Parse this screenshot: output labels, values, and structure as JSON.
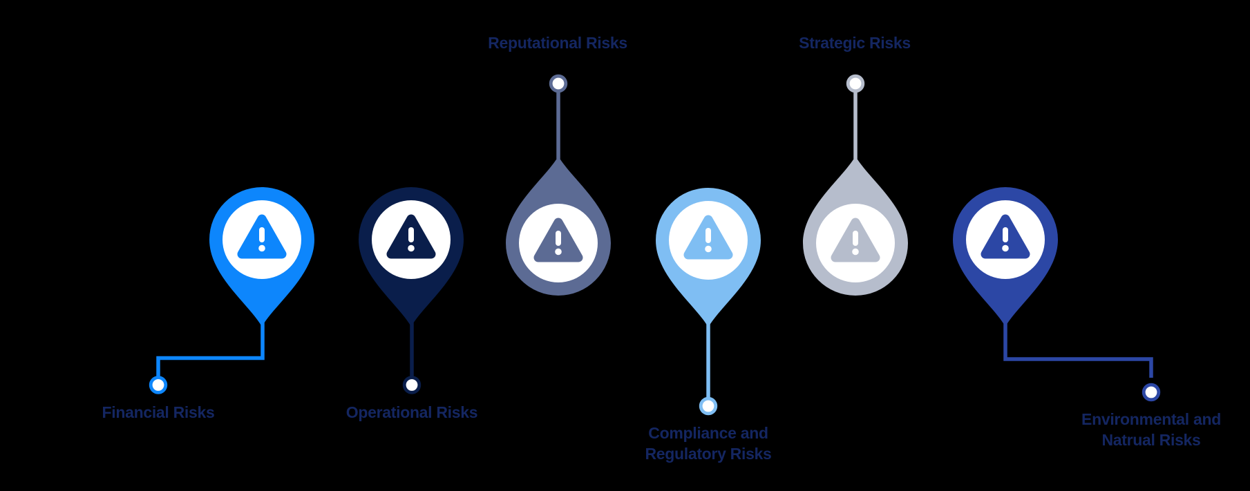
{
  "theme": {
    "background": "#000000",
    "text_color": "#142661",
    "marker_inner_color": "#ffffff"
  },
  "pins": [
    {
      "id": "financial",
      "lines": [
        "Financial Risks"
      ],
      "color": "#0d86fc",
      "direction": "down",
      "icon": "warning-triangle"
    },
    {
      "id": "operational",
      "lines": [
        "Operational Risks"
      ],
      "color": "#0a1e4b",
      "direction": "down",
      "icon": "warning-triangle"
    },
    {
      "id": "reputational",
      "lines": [
        "Reputational Risks"
      ],
      "color": "#5c6b94",
      "direction": "up",
      "icon": "warning-triangle"
    },
    {
      "id": "compliance",
      "lines": [
        "Compliance and",
        "Regulatory Risks"
      ],
      "color": "#7fbef3",
      "direction": "down",
      "icon": "warning-triangle"
    },
    {
      "id": "strategic",
      "lines": [
        "Strategic Risks"
      ],
      "color": "#b6bdcc",
      "direction": "up",
      "icon": "warning-triangle"
    },
    {
      "id": "environmental",
      "lines": [
        "Environmental and",
        "Natrual Risks"
      ],
      "color": "#2c47a5",
      "direction": "down",
      "icon": "warning-triangle"
    }
  ]
}
